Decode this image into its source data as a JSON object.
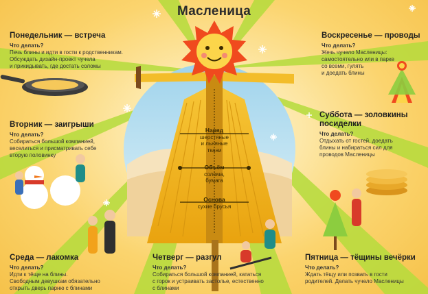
{
  "title": "Масленица",
  "days": {
    "monday": {
      "heading": "Понедельник — встреча",
      "question": "Что делать?",
      "text": "Печь блины и идти в гости к родственникам.\nОбсуждать дизайн-проект чучела\nи прикидывать, где достать соломы"
    },
    "tuesday": {
      "heading": "Вторник — заигрыши",
      "question": "Что делать?",
      "text": "Собираться большой компанией,\nвеселиться и присматривать себе\nвторую половинку"
    },
    "wednesday": {
      "heading": "Среда — лакомка",
      "question": "Что делать?",
      "text": "Идти к тёще на блины.\nСвободным девушкам обязательно\nоткрыть дверь парню с блинами"
    },
    "thursday": {
      "heading": "Четверг — разгул",
      "question": "Что делать?",
      "text": "Собираться большой компанией, кататься\nс горок и устраивать застолье, естественно\nс блинами"
    },
    "friday": {
      "heading": "Пятница — тёщины вечёрки",
      "question": "Что делать?",
      "text": "Ждать тёщу или позвать в гости\nродителей. Делать чучело Масленицы"
    },
    "saturday": {
      "heading": "Суббота — золовкины\nпосиделки",
      "question": "Что делать?",
      "text": "Отдыхать от гостей, доедать\nблины и набираться сил для\nпроводов Масленицы"
    },
    "sunday": {
      "heading": "Воскресенье — проводы",
      "question": "Что делать?",
      "text": "Жечь чучело Масленицы:\nсамостоятельно или в парке\nсо всеми, гулять\nи доедать блины"
    }
  },
  "effigy": {
    "outfit_title": "Наряд",
    "outfit_text": "шерстяные\nи льняные\nткани",
    "volume_title": "Объём",
    "volume_text": "солома,\nбумага",
    "base_title": "Основа",
    "base_text": "сухие брусья"
  },
  "colors": {
    "background": "#fbd46e",
    "sun": "#f04a1e",
    "straw": "#f2b51a",
    "ray_green": "#a9d63a",
    "text": "#333333"
  }
}
